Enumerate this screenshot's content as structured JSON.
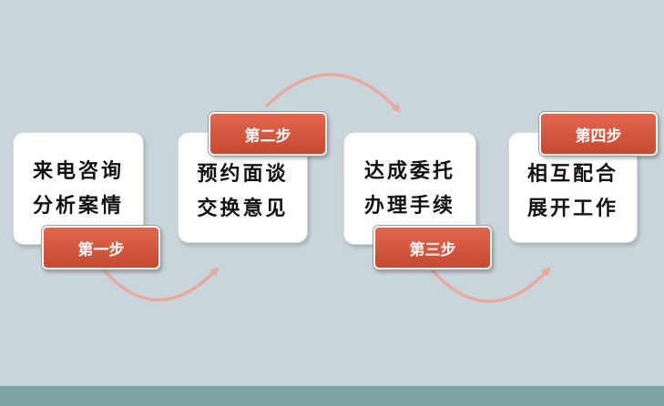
{
  "colors": {
    "background": "#c9d5db",
    "bottom_bar": "#7fa3a6",
    "tag_fill": "#d4553d",
    "card_fill": "#ffffff",
    "arrow": "#e6aaa1"
  },
  "steps": [
    {
      "label": "第一步",
      "line1": "来电咨询",
      "line2": "分析案情"
    },
    {
      "label": "第二步",
      "line1": "预约面谈",
      "line2": "交换意见"
    },
    {
      "label": "第三步",
      "line1": "达成委托",
      "line2": "办理手续"
    },
    {
      "label": "第四步",
      "line1": "相互配合",
      "line2": "展开工作"
    }
  ]
}
